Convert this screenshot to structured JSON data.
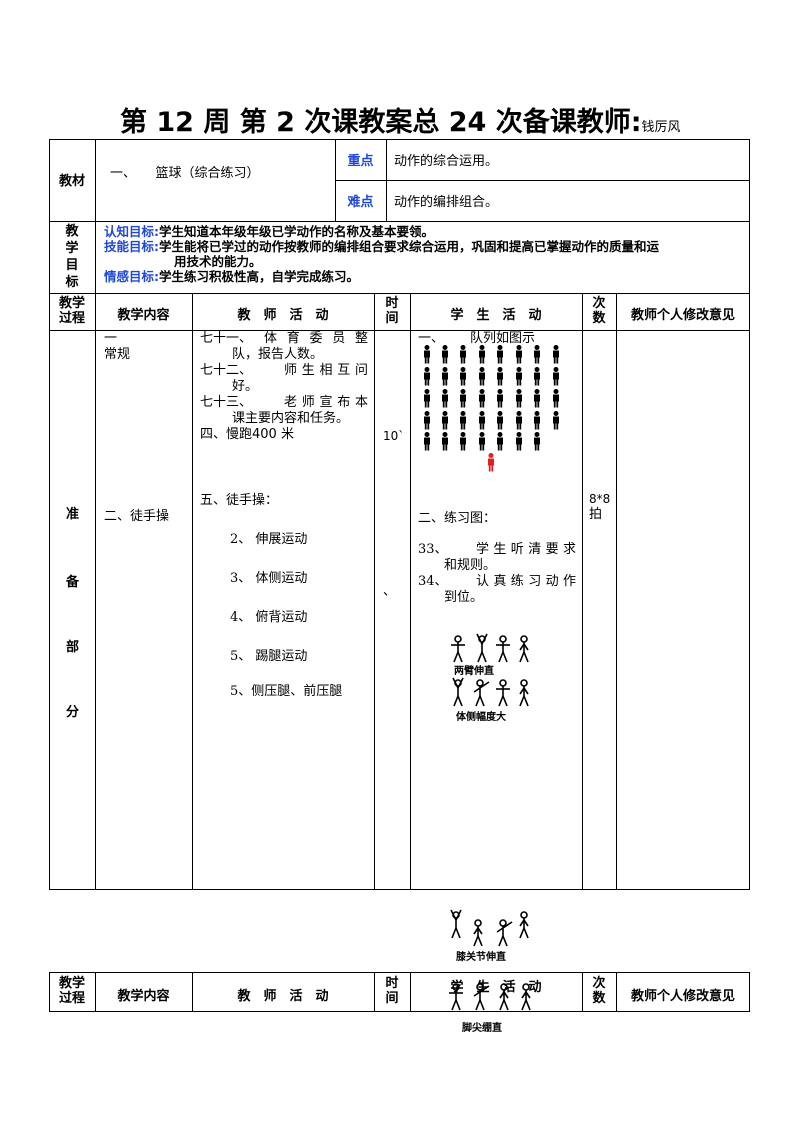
{
  "title": {
    "main": "第 12 周 第 2 次课教案总 24 次备课教师:",
    "teacher": "钱厉风"
  },
  "table1": {
    "subject_label": "教材",
    "subject_value": "一、　　篮球（综合练习）",
    "key_label": "重点",
    "key_value": "动作的综合运用。",
    "difficulty_label": "难点",
    "difficulty_value": "动作的编排组合。",
    "goals_label": [
      "教",
      "学",
      "目",
      "标"
    ],
    "goal1_label": "认知目标:",
    "goal1_text": "学生知道本年级年级已学动作的名称及基本要领。",
    "goal2_label": "技能目标:",
    "goal2_text_line1": "学生能将已学过的动作按教师的编排组合要求综合运用，巩固和提高已掌握动作的质量和运",
    "goal2_text_line2": "用技术的能力。",
    "goal3_label": "情感目标:",
    "goal3_text": "学生练习积极性高，自学完成练习。"
  },
  "header": {
    "process": [
      "教学",
      "过程"
    ],
    "content": "教学内容",
    "teacher_activity": "教　师　活　动",
    "time": [
      "时",
      "间"
    ],
    "student_activity": "学　生　活　动",
    "count": [
      "次",
      "数"
    ],
    "opinion": "教师个人修改意见"
  },
  "prep": {
    "section_chars": [
      "准",
      "备",
      "部",
      "分"
    ],
    "content_item1_line1": "一",
    "content_item1_line2": "常规",
    "content_item2": "二、徒手操",
    "teacher_items": [
      {
        "num": "七十一、",
        "l1": "体育委员整",
        "l2": "队，报告人数。"
      },
      {
        "num": "七十二、",
        "l1": "师生相互问",
        "l2": "好。"
      },
      {
        "num": "七十三、",
        "l1": "老师宣布本",
        "l2": "课主要内容和任务。"
      }
    ],
    "run": "四、慢跑",
    "run_distance": "400 米",
    "exercise_title": "五、徒手操：",
    "exercises": [
      "2、 伸展运动",
      "3、 体侧运动",
      "4、 俯背运动",
      "5、 踢腿运动",
      "5、侧压腿、前压腿"
    ],
    "time_value": "10`",
    "time_mark": "、",
    "student_line1_num": "一、",
    "student_line1_text": "队列如图示",
    "student_line2": "二、练习图：",
    "student_items": [
      {
        "num": "33、",
        "l1": "学生听清要求",
        "l2": "和规则。"
      },
      {
        "num": "34、",
        "l1": "认真练习动作",
        "l2": "到位。"
      }
    ],
    "fig1_caption": "两臂伸直",
    "fig2_caption": "体侧幅度大",
    "count_value_l1": "8*8",
    "count_value_l2": "拍"
  },
  "outside": {
    "fig3_caption": "膝关节伸直",
    "fig4_caption": "脚尖绷直"
  },
  "colors": {
    "accent_blue": "#1f48d6",
    "teacher_red": "#e02020"
  }
}
